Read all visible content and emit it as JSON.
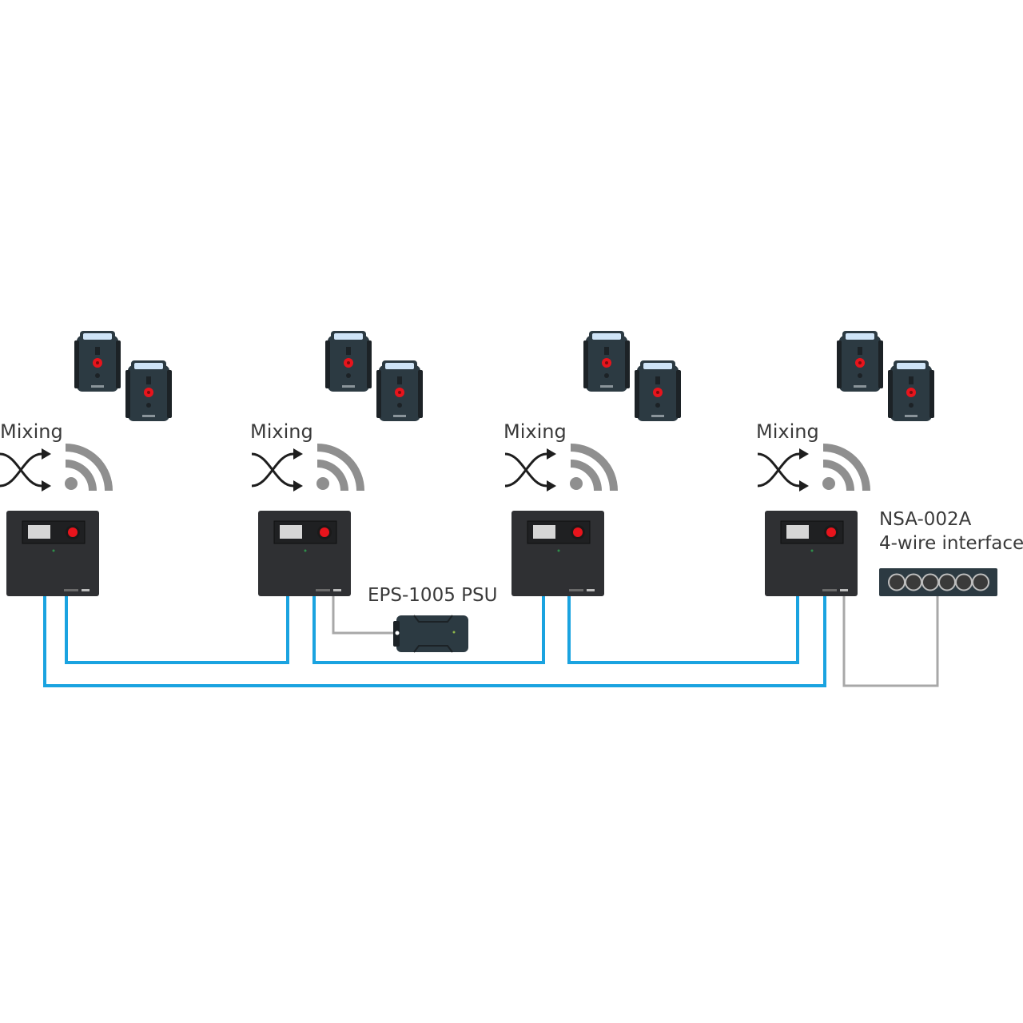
{
  "title": "Wireless intercom system with linked base stations",
  "colors": {
    "ethernet_link": "#1aa3e0",
    "power_link": "#a8a8a8",
    "device_body": "#2f3033",
    "device_dark": "#222326",
    "beltpack_body": "#2c3a42",
    "knob_red": "#e8141c",
    "screen": "#d6d6d6",
    "wifi_icon": "#8f8f8f",
    "mixing_icon": "#1e1e1e",
    "label_text": "#3a3a3a"
  },
  "stations": [
    {
      "id": "station-1",
      "mixing_label": "Mixing",
      "beltpacks": 2,
      "wireless": true
    },
    {
      "id": "station-2",
      "mixing_label": "Mixing",
      "beltpacks": 2,
      "wireless": true
    },
    {
      "id": "station-3",
      "mixing_label": "Mixing",
      "beltpacks": 2,
      "wireless": true
    },
    {
      "id": "station-4",
      "mixing_label": "Mixing",
      "beltpacks": 2,
      "wireless": true
    }
  ],
  "psu": {
    "label": "EPS-1005 PSU",
    "connected_to": "station-2"
  },
  "interface": {
    "label_line1": "NSA-002A",
    "label_line2": "4-wire interface",
    "ports": 6,
    "connected_to": "station-4"
  },
  "links": [
    {
      "from": "station-1",
      "to": "station-2",
      "type": "ethernet"
    },
    {
      "from": "station-2",
      "to": "station-3",
      "type": "ethernet"
    },
    {
      "from": "station-3",
      "to": "station-4",
      "type": "ethernet"
    },
    {
      "from": "station-1",
      "to": "station-4",
      "type": "ethernet"
    },
    {
      "from": "station-2",
      "to": "psu",
      "type": "power"
    },
    {
      "from": "station-4",
      "to": "interface",
      "type": "power"
    }
  ]
}
